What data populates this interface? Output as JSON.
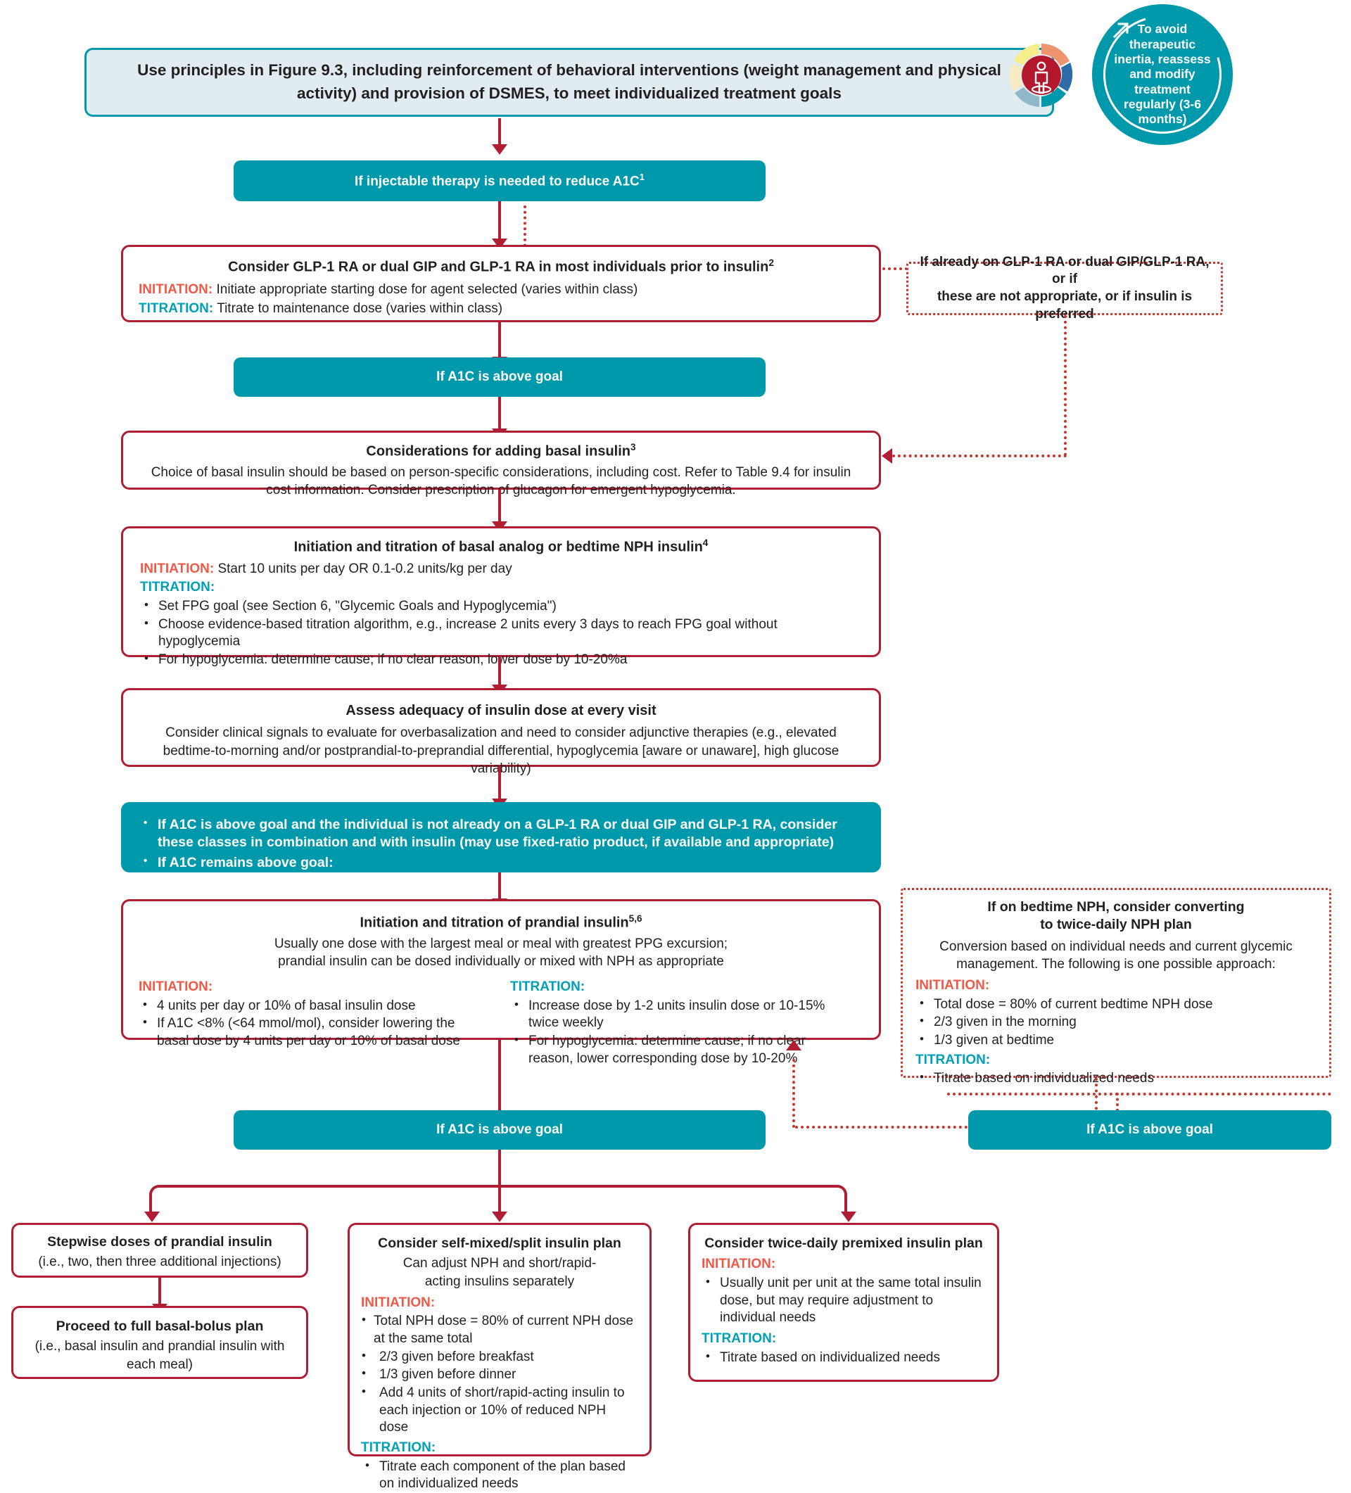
{
  "header": {
    "text": "Use principles in Figure 9.3, including reinforcement of behavioral interventions (weight management and physical activity) and provision of DSMES, to meet individualized treatment goals"
  },
  "badge": {
    "text": "To avoid therapeutic inertia, reassess and modify treatment regularly (3-6 months)",
    "icon": "person-in-cycle-icon",
    "color": "#0098ab"
  },
  "colors": {
    "teal": "#0098ab",
    "red": "#b01e33",
    "dotted_red": "#c0392f",
    "initiation": "#ef5a48",
    "titration": "#00a0b7",
    "header_fill": "#e1ecf0"
  },
  "nodes": {
    "injectable": {
      "text": "If injectable therapy is needed to reduce A1C",
      "sup": "1"
    },
    "glp1": {
      "title": "Consider GLP-1 RA or dual GIP and GLP-1 RA in most individuals prior to insulin",
      "title_sup": "2",
      "initiation_label": "INITIATION:",
      "initiation_text": "Initiate appropriate starting dose for agent selected (varies within class)",
      "titration_label": "TITRATION:",
      "titration_text": "Titrate to maintenance dose (varies within class)"
    },
    "already_on": {
      "line1": "If already on GLP-1 RA or dual GIP/GLP-1 RA, or if",
      "line2": "these are not appropriate, or if insulin is preferred"
    },
    "a1c_above_1": {
      "text": "If A1C is above goal"
    },
    "basal_considerations": {
      "title": "Considerations for adding basal insulin",
      "title_sup": "3",
      "body": "Choice of basal insulin should be based on person-specific considerations, including cost. Refer to    Table 9.4  for insulin cost information. Consider prescription of glucagon for emergent hypoglycemia."
    },
    "basal_titration": {
      "title": "Initiation and titration of basal analog or bedtime NPH insulin",
      "title_sup": "4",
      "initiation_label": "INITIATION:",
      "initiation_text": "Start 10 units per day OR 0.1-0.2 units/kg per day",
      "titration_label": "TITRATION:",
      "titration_items": [
        "Set FPG goal (see Section 6, \"Glycemic Goals and Hypoglycemia\")",
        "Choose evidence-based titration algorithm, e.g., increase 2 units every 3 days to reach FPG goal without hypoglycemia",
        "For hypoglycemia: determine cause; if no clear reason, lower dose by 10-20%a"
      ]
    },
    "assess": {
      "title": "Assess adequacy of insulin dose at every visit",
      "body": "Consider clinical signals to evaluate for overbasalization and need to consider adjunctive therapies (e.g., elevated bedtime-to-morning and/or postprandial-to-preprandial differential, hypoglycemia [aware or unaware], high glucose variability)"
    },
    "combo_teal": {
      "items": [
        "If A1C is above goal and the individual is not already on a GLP-1 RA or dual GIP and GLP-1 RA, consider these classes in combination and  with insulin (may use fixed-ratio product, if available and appropriate)",
        "If A1C remains above goal:"
      ]
    },
    "prandial": {
      "title": "Initiation and titration of prandial insulin",
      "title_sup": "5,6",
      "subtitle_line1": "Usually one dose with the largest meal or meal with greatest PPG excursion;",
      "subtitle_line2": "prandial insulin can be dosed individually or mixed with NPH as appropriate",
      "initiation_label": "INITIATION:",
      "initiation_items": [
        "4 units per day or 10% of basal insulin dose",
        "If A1C <8% (<64 mmol/mol), consider lowering the basal dose by 4 units per day or 10% of basal dose"
      ],
      "titration_label": "TITRATION:",
      "titration_items": [
        "Increase dose by 1-2 units insulin dose or 10-15% twice weekly",
        "For hypoglycemia: determine cause; if no clear reason, lower corresponding dose by 10-20%"
      ]
    },
    "bedtime_nph": {
      "title_line1": "If on bedtime NPH, consider converting",
      "title_line2": "to twice-daily NPH plan",
      "body": "Conversion based on individual needs and current glycemic management. The following is one possible approach:",
      "initiation_label": "INITIATION:",
      "initiation_items": [
        "Total dose = 80% of current bedtime NPH dose",
        "2/3 given in the morning",
        "1/3 given at bedtime"
      ],
      "titration_label": "TITRATION:",
      "titration_items": [
        "Titrate based on individualized needs"
      ]
    },
    "a1c_above_2": {
      "text": "If A1C  is above goal"
    },
    "a1c_above_3": {
      "text": "If A1C  is above goal"
    },
    "stepwise": {
      "title": "Stepwise doses of prandial insulin",
      "body": "(i.e., two, then three additional injections)"
    },
    "basal_bolus": {
      "title": "Proceed to full basal-bolus plan",
      "body": "(i.e., basal insulin and prandial insulin with each meal)"
    },
    "self_mixed": {
      "title": "Consider self-mixed/split insulin plan",
      "subtitle_line1": "Can adjust NPH and short/rapid-",
      "subtitle_line2": "acting insulins separately",
      "initiation_label": "INITIATION:",
      "initiation_items": [
        "Total NPH dose = 80% of current NPH dose at the same total",
        "2/3 given before breakfast",
        "1/3 given before dinner",
        "Add 4 units of short/rapid-acting insulin to each injection or 10% of reduced NPH dose"
      ],
      "titration_label": "TITRATION:",
      "titration_items": [
        "Titrate each component of the plan based on individualized needs"
      ]
    },
    "premixed": {
      "title": "Consider twice-daily premixed insulin plan",
      "initiation_label": "INITIATION:",
      "initiation_items": [
        "Usually unit per unit at the same total insulin dose, but may require adjustment to individual needs"
      ],
      "titration_label": "TITRATION:",
      "titration_items": [
        "Titrate based on individualized needs"
      ]
    }
  }
}
